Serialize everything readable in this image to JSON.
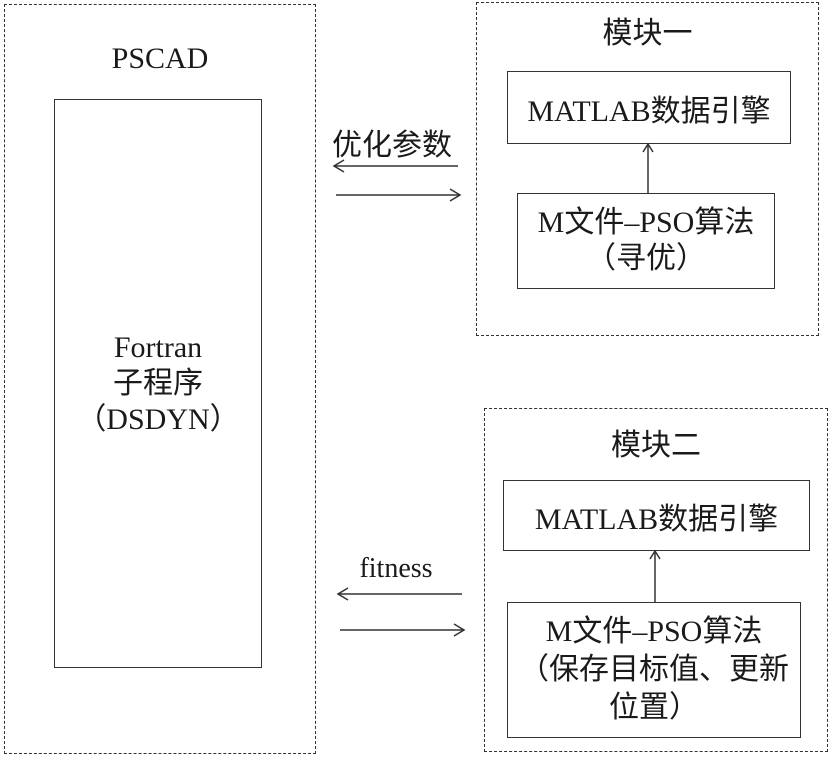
{
  "pscad": {
    "title": "PSCAD",
    "inner_line1": "Fortran",
    "inner_line2": "子程序",
    "inner_line3": "（DSDYN）"
  },
  "module1": {
    "title": "模块一",
    "engine": "MATLAB数据引擎",
    "algo_line1": "M文件–PSO算法",
    "algo_line2": "（寻优）"
  },
  "module2": {
    "title": "模块二",
    "engine": "MATLAB数据引擎",
    "algo_line1": "M文件–PSO算法",
    "algo_line2": "（保存目标值、更新",
    "algo_line3": "位置）"
  },
  "arrows": {
    "top_label": "优化参数",
    "bottom_label": "fitness"
  }
}
